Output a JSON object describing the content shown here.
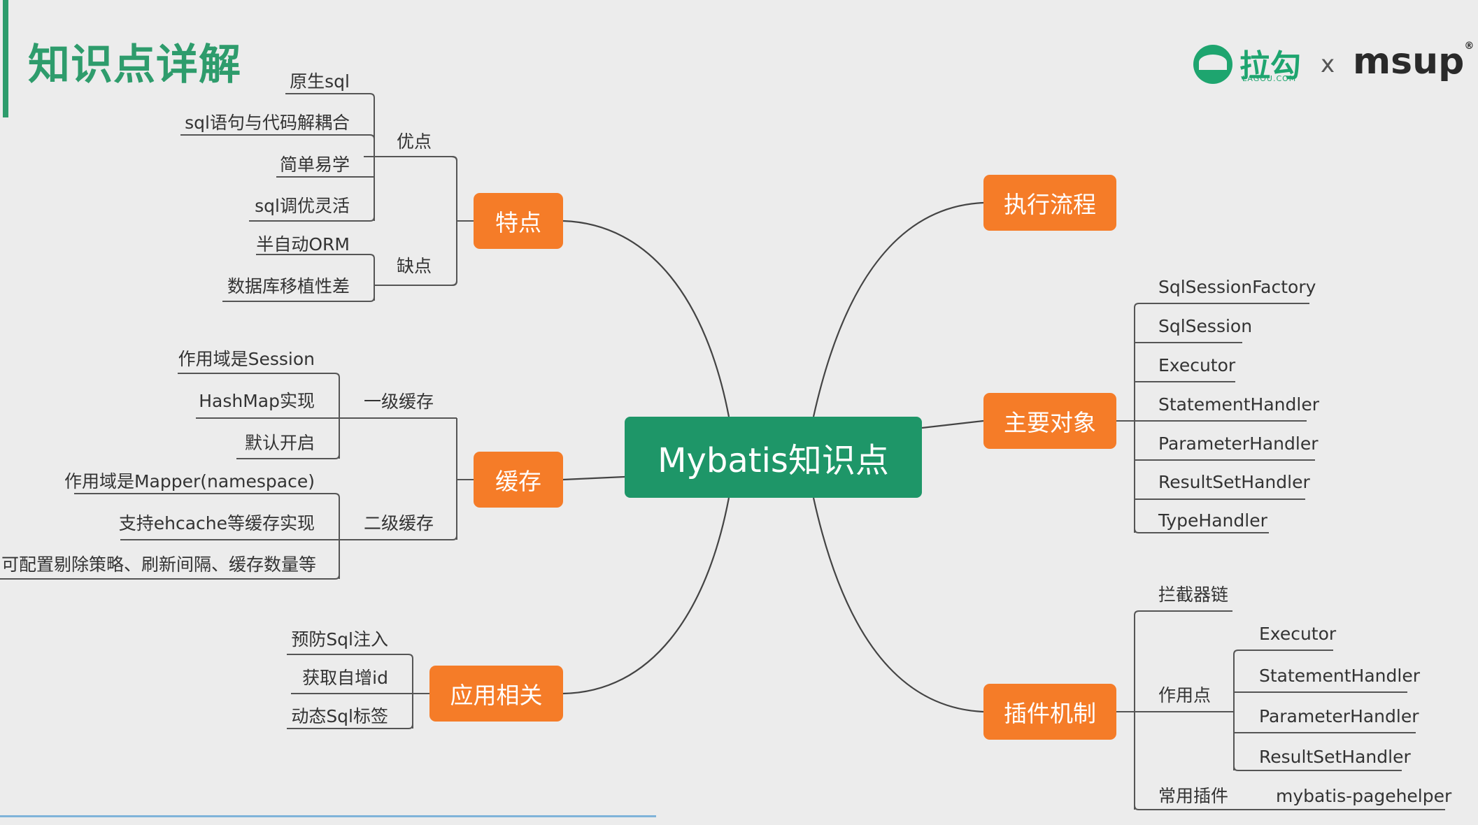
{
  "title": "知识点详解",
  "center": "Mybatis知识点",
  "logos": {
    "lagou": "拉勾",
    "lagou_sub": "LAGOU.COM",
    "separator": "x",
    "msup": "msup",
    "msup_mark": "®"
  },
  "branches": {
    "features": {
      "label": "特点",
      "groups": [
        {
          "label": "优点",
          "items": [
            "原生sql",
            "sql语句与代码解耦合",
            "简单易学",
            "sql调优灵活"
          ]
        },
        {
          "label": "缺点",
          "items": [
            "半自动ORM",
            "数据库移植性差"
          ]
        }
      ]
    },
    "cache": {
      "label": "缓存",
      "groups": [
        {
          "label": "一级缓存",
          "items": [
            "作用域是Session",
            "HashMap实现",
            "默认开启"
          ]
        },
        {
          "label": "二级缓存",
          "items": [
            "作用域是Mapper(namespace)",
            "支持ehcache等缓存实现",
            "可配置剔除策略、刷新间隔、缓存数量等"
          ]
        }
      ]
    },
    "application": {
      "label": "应用相关",
      "items": [
        "预防Sql注入",
        "获取自增id",
        "动态Sql标签"
      ]
    },
    "flow": {
      "label": "执行流程"
    },
    "objects": {
      "label": "主要对象",
      "items": [
        "SqlSessionFactory",
        "SqlSession",
        "Executor",
        "StatementHandler",
        "ParameterHandler",
        "ResultSetHandler",
        "TypeHandler"
      ]
    },
    "plugins": {
      "label": "插件机制",
      "chain": "拦截器链",
      "points": {
        "label": "作用点",
        "items": [
          "Executor",
          "StatementHandler",
          "ParameterHandler",
          "ResultSetHandler"
        ]
      },
      "common": {
        "label": "常用插件",
        "value": "mybatis-pagehelper"
      }
    }
  },
  "colors": {
    "center_bg": "#1e9668",
    "topic_bg": "#f57c28",
    "title": "#2e9c6c",
    "line": "#444444"
  }
}
